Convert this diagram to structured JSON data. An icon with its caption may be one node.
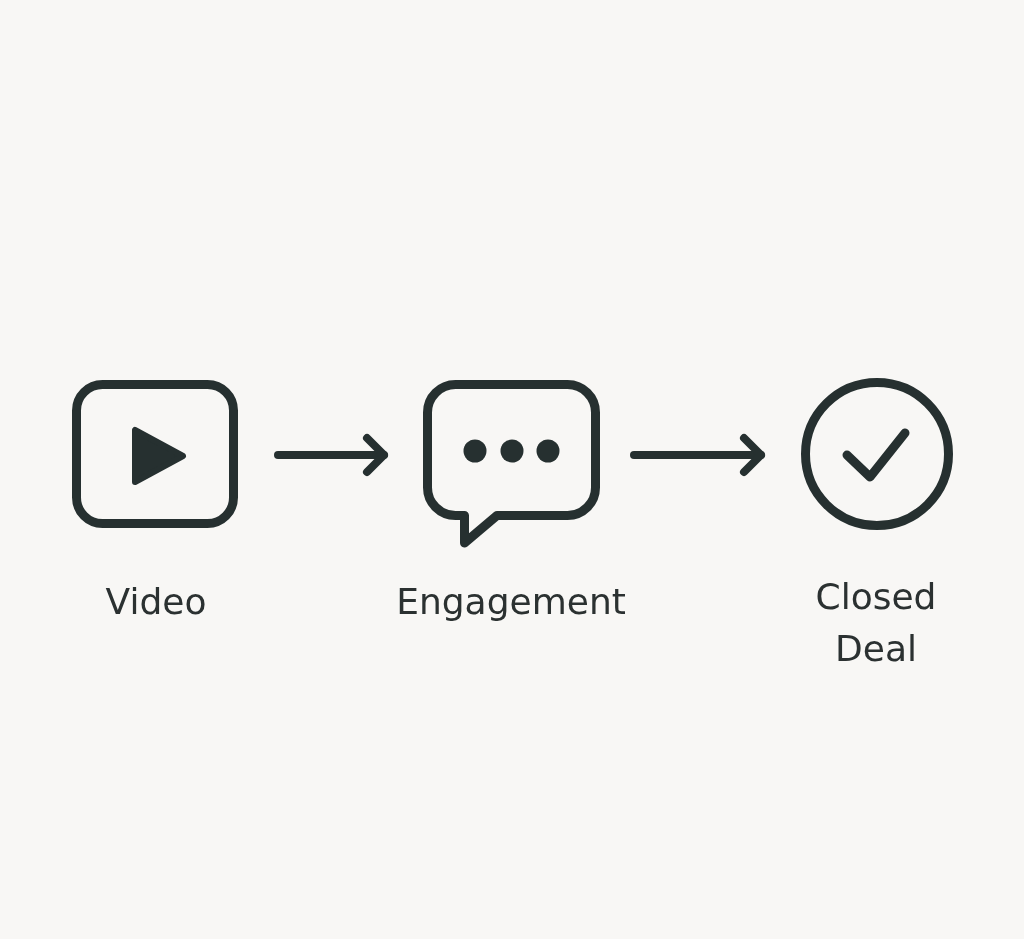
{
  "diagram": {
    "nodes": [
      {
        "text": [
          "Video"
        ]
      },
      {
        "text": [
          "Engagement"
        ]
      },
      {
        "text": [
          "Closed Deal"
        ]
      }
    ],
    "edges": [
      {
        "from": 0,
        "to": 1,
        "arrow": "to"
      },
      {
        "from": 1,
        "to": 2,
        "arrow": "to"
      }
    ]
  }
}
